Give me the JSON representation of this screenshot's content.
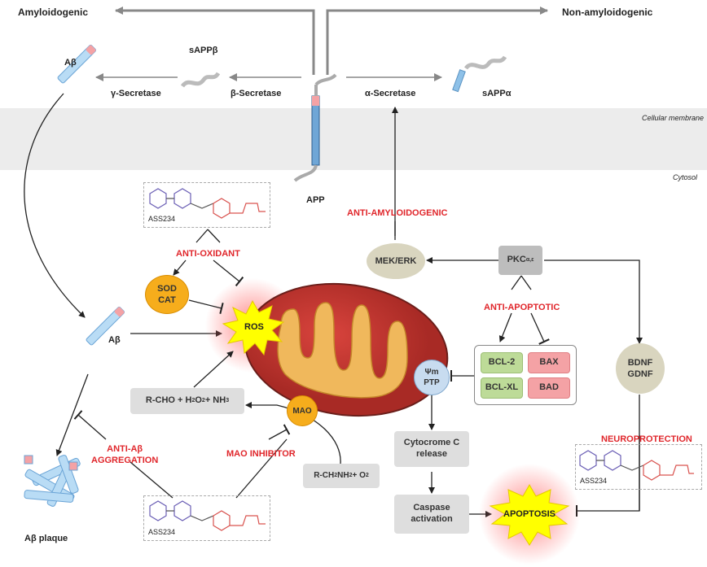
{
  "top": {
    "left_label": "Amyloidogenic",
    "right_label": "Non-amyloidogenic"
  },
  "membrane": {
    "membrane_label": "Cellular membrane",
    "cytosol_label": "Cytosol"
  },
  "enzymes": {
    "gamma": "γ-Secretase",
    "beta": "β-Secretase",
    "alpha": "α-Secretase",
    "sappb": "sAPPβ",
    "sappa": "sAPPα",
    "app": "APP",
    "abeta_top": "Aβ",
    "abeta_mid": "Aβ",
    "plaque": "Aβ plaque"
  },
  "labels": {
    "anti_amyloidogenic": "ANTI-AMYLOIDOGENIC",
    "anti_oxidant": "ANTI-OXIDANT",
    "anti_apoptotic": "ANTI-APOPTOTIC",
    "anti_ab_1": "ANTI-Aβ",
    "anti_ab_2": "AGGREGATION",
    "mao_inhibitor": "MAO INHIBITOR",
    "neuroprotection": "NEUROPROTECTION"
  },
  "nodes": {
    "mek_erk": "MEK/ERK",
    "pkc": "PKC",
    "pkc_sub": "α,ε",
    "sod": "SOD",
    "cat": "CAT",
    "ros": "ROS",
    "mao": "MAO",
    "psi": "Ψm",
    "ptp": "PTP",
    "bcl2": "BCL-2",
    "bax": "BAX",
    "bclxl": "BCL-XL",
    "bad": "BAD",
    "bdnf": "BDNF",
    "gdnf": "GDNF",
    "cyto_1": "Cytocrome C",
    "cyto_2": "release",
    "casp_1": "Caspase",
    "casp_2": "activation",
    "apoptosis": "APOPTOSIS",
    "rcho_a": "R-CHO  +  H",
    "rcho_b": "O",
    "rcho_c": "  +  NH",
    "rcho_s2": "2",
    "rcho_s3": "3",
    "rch2_a": "R-CH",
    "rch2_b": "NH",
    "rch2_c": " + O",
    "rch2_s": "2"
  },
  "compound": {
    "name_1": "ASS234",
    "name_2": "ASS234",
    "name_3": "ASS234"
  },
  "colors": {
    "red_label": "#e0262b",
    "membrane": "#ececec",
    "mito": "#c7342f",
    "mito_inner": "#f0b85c",
    "ros": "#ffff00"
  }
}
